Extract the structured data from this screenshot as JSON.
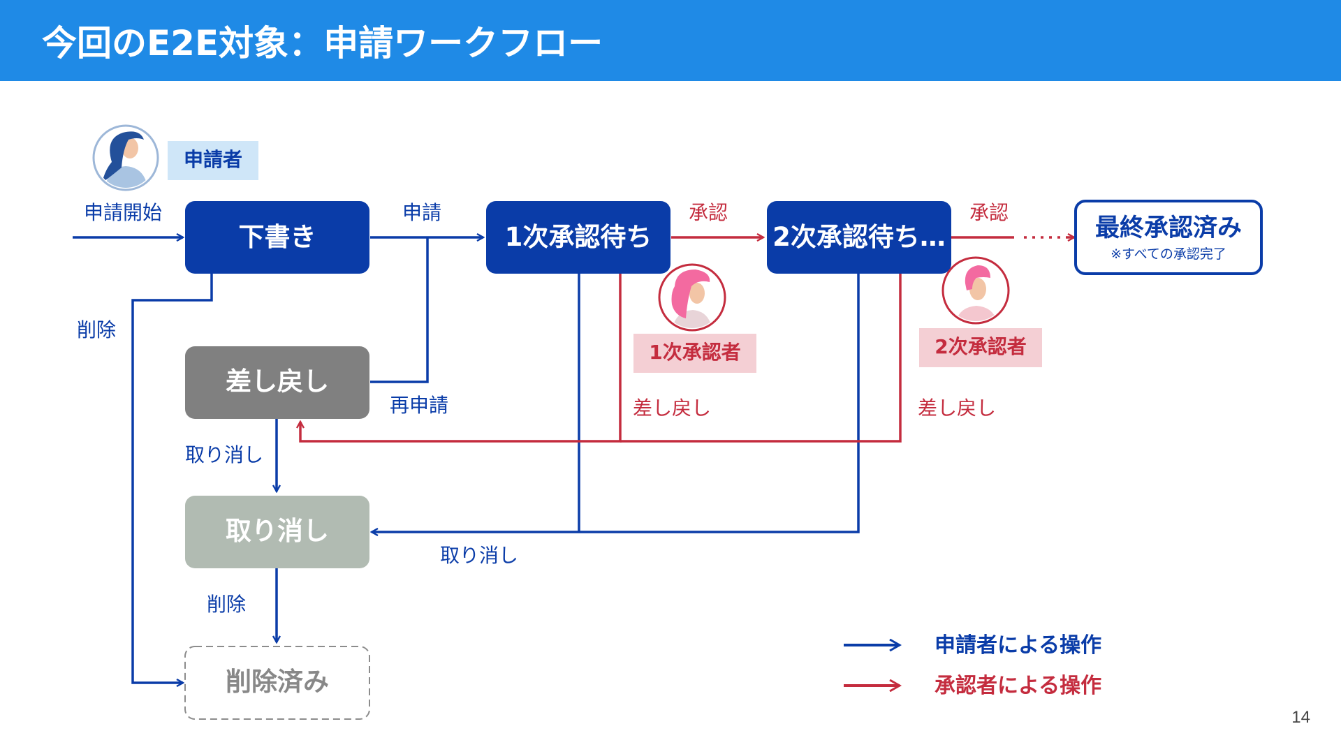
{
  "slide": {
    "title": "今回のE2E対象：申請ワークフロー",
    "page_number": "14"
  },
  "colors": {
    "header": "#1f8ae6",
    "primary_blue": "#0a3ca8",
    "approver_red": "#c42c3e",
    "gray_state": "#808080",
    "light_gray_state": "#b1bbb2",
    "applicant_badge_bg": "#cfe6f8",
    "approver_badge_bg": "#f4cfd4"
  },
  "actors": {
    "applicant": {
      "label": "申請者",
      "icon": "woman-avatar-icon"
    },
    "approver1": {
      "label": "1次承認者",
      "icon": "pink-hair-woman-avatar-icon"
    },
    "approver2": {
      "label": "2次承認者",
      "icon": "pink-hair-man-avatar-icon"
    }
  },
  "states": {
    "draft": "下書き",
    "waiting1": "1次承認待ち",
    "waiting2": "2次承認待ち…",
    "final": "最終承認済み",
    "final_note": "※すべての承認完了",
    "returned": "差し戻し",
    "canceled": "取り消し",
    "deleted": "削除済み"
  },
  "edges": {
    "start": "申請開始",
    "apply": "申請",
    "approve1": "承認",
    "approve2": "承認",
    "delete_from_draft": "削除",
    "reapply": "再申請",
    "return1": "差し戻し",
    "return2": "差し戻し",
    "cancel_from_returned": "取り消し",
    "cancel_from_waiting": "取り消し",
    "delete_from_canceled": "削除"
  },
  "legend": [
    {
      "label": "申請者による操作",
      "color": "#0a3ca8"
    },
    {
      "label": "承認者による操作",
      "color": "#c42c3e"
    }
  ]
}
